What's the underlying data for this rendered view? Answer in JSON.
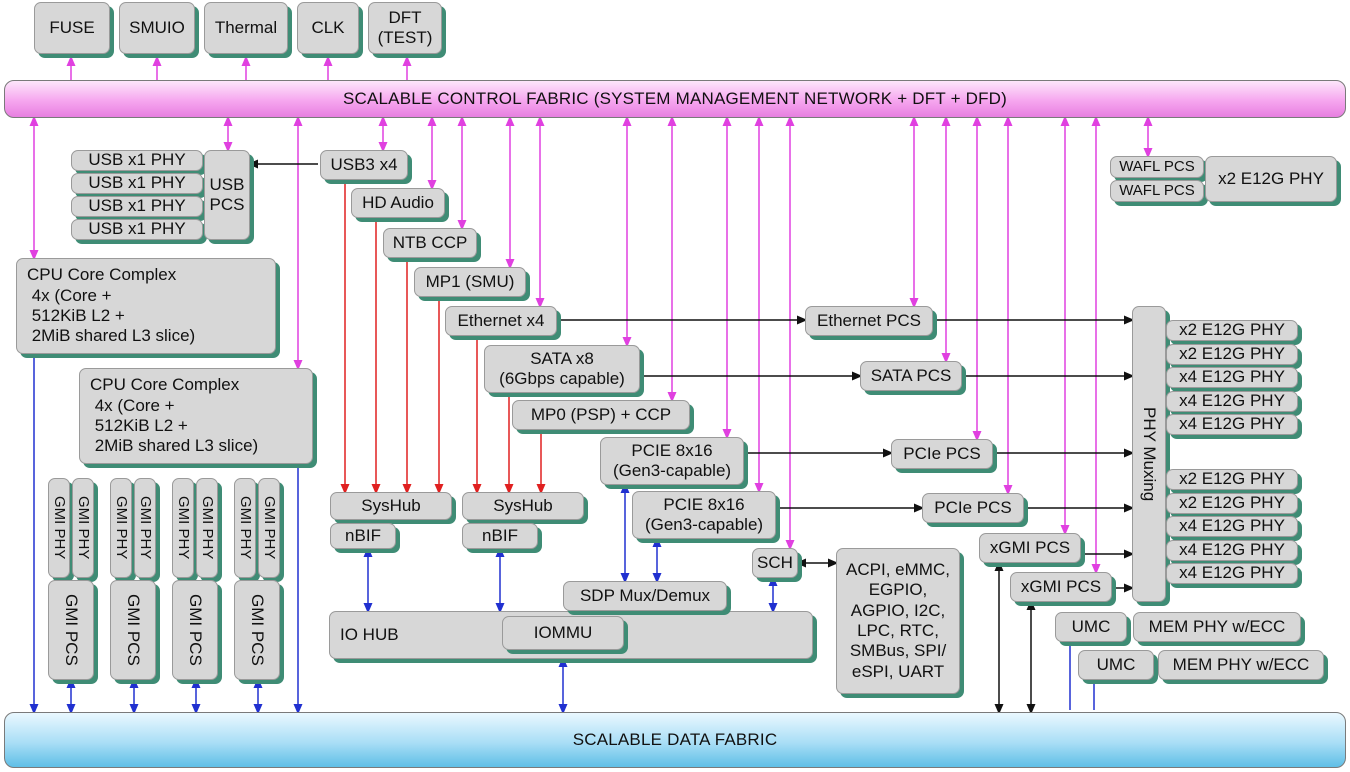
{
  "control_fabric": "SCALABLE CONTROL FABRIC (SYSTEM MANAGEMENT NETWORK + DFT + DFD)",
  "data_fabric": "SCALABLE DATA FABRIC",
  "top_blocks": [
    "FUSE",
    "SMUIO",
    "Thermal",
    "CLK",
    "DFT\n(TEST)"
  ],
  "usb": {
    "phys": [
      "USB x1 PHY",
      "USB x1 PHY",
      "USB x1 PHY",
      "USB x1 PHY"
    ],
    "pcs": "USB\nPCS",
    "usb3": "USB3 x4"
  },
  "cpu_complexes": [
    "CPU Core Complex\n 4x (Core +\n 512KiB L2 +\n 2MiB shared L3 slice)",
    "CPU Core Complex\n 4x (Core +\n 512KiB L2 +\n 2MiB shared L3 slice)"
  ],
  "gmi": {
    "phy": "GMI PHY",
    "pcs": "GMI PCS"
  },
  "ip_blocks": {
    "hd_audio": "HD Audio",
    "ntb_ccp": "NTB CCP",
    "mp1": "MP1 (SMU)",
    "ethernet": "Ethernet x4",
    "sata": "SATA x8\n(6Gbps capable)",
    "mp0": "MP0 (PSP) + CCP",
    "pcie1": "PCIE 8x16\n(Gen3-capable)",
    "pcie2": "PCIE 8x16\n(Gen3-capable)"
  },
  "sysub": [
    "SysHub",
    "SysHub"
  ],
  "nbif": [
    "nBIF",
    "nBIF"
  ],
  "io_hub": "IO HUB",
  "iommu": "IOMMU",
  "sdp": "SDP Mux/Demux",
  "sch": "SCH",
  "sch_peripherals": "ACPI, eMMC,\nEGPIO,\nAGPIO, I2C,\nLPC, RTC,\nSMBus, SPI/\neSPI, UART",
  "pcs": {
    "ethernet": "Ethernet PCS",
    "sata": "SATA PCS",
    "pcie": [
      "PCIe PCS",
      "PCIe PCS"
    ],
    "xgmi": [
      "xGMI PCS",
      "xGMI PCS"
    ]
  },
  "phy_muxing": "PHY Muxing",
  "phy_group1": [
    "x2 E12G PHY",
    "x2 E12G PHY",
    "x4 E12G PHY",
    "x4 E12G PHY",
    "x4 E12G PHY"
  ],
  "phy_group2": [
    "x2 E12G PHY",
    "x2 E12G PHY",
    "x4 E12G PHY",
    "x4 E12G PHY",
    "x4 E12G PHY"
  ],
  "wafl": {
    "pcs": [
      "WAFL PCS",
      "WAFL PCS"
    ],
    "phy": "x2 E12G PHY"
  },
  "memory": {
    "umc": [
      "UMC",
      "UMC"
    ],
    "phy": [
      "MEM PHY w/ECC",
      "MEM PHY w/ECC"
    ]
  },
  "colors": {
    "box": "#d7d7d7",
    "shadow": "#3f8c75",
    "magenta": "#e040e0",
    "red": "#e02020",
    "blue": "#2030d0",
    "black": "#111111"
  }
}
